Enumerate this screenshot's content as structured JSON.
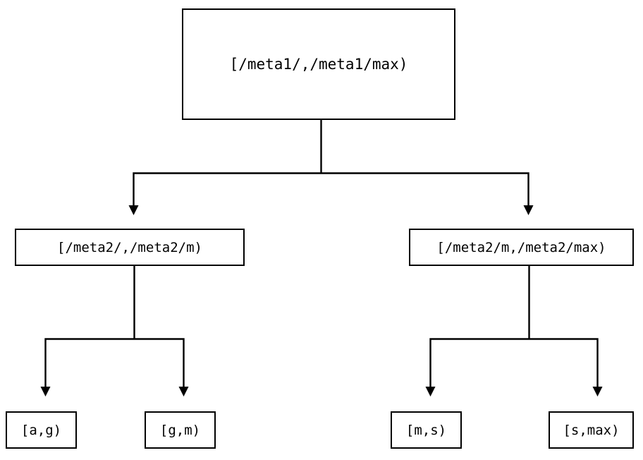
{
  "diagram": {
    "type": "tree",
    "title": "",
    "background_color": "#ffffff",
    "line_color": "#000000",
    "box_border_color": "#000000",
    "box_fill_color": "#ffffff",
    "text_color": "#000000",
    "nodes": {
      "root": {
        "label": "[/meta1/,/meta1/max)",
        "level": 1,
        "font_size": "21px"
      },
      "level2_left": {
        "label": "[/meta2/,/meta2/m)",
        "level": 2,
        "font_size": "19px"
      },
      "level2_right": {
        "label": "[/meta2/m,/meta2/max)",
        "level": 2,
        "font_size": "19px"
      },
      "leaf_a_g": {
        "label": "[a,g)",
        "level": 3,
        "font_size": "19px"
      },
      "leaf_g_m": {
        "label": "[g,m)",
        "level": 3,
        "font_size": "19px"
      },
      "leaf_m_s": {
        "label": "[m,s)",
        "level": 3,
        "font_size": "19px"
      },
      "leaf_s_max": {
        "label": "[s,max)",
        "level": 3,
        "font_size": "19px"
      }
    },
    "edges": [
      {
        "from": "root",
        "to": "level2_left",
        "arrow": "triangle-down"
      },
      {
        "from": "root",
        "to": "level2_right",
        "arrow": "triangle-down"
      },
      {
        "from": "level2_left",
        "to": "leaf_a_g",
        "arrow": "triangle-down"
      },
      {
        "from": "level2_left",
        "to": "leaf_g_m",
        "arrow": "triangle-down"
      },
      {
        "from": "level2_right",
        "to": "leaf_m_s",
        "arrow": "triangle-down"
      },
      {
        "from": "level2_right",
        "to": "leaf_s_max",
        "arrow": "triangle-down"
      }
    ]
  }
}
